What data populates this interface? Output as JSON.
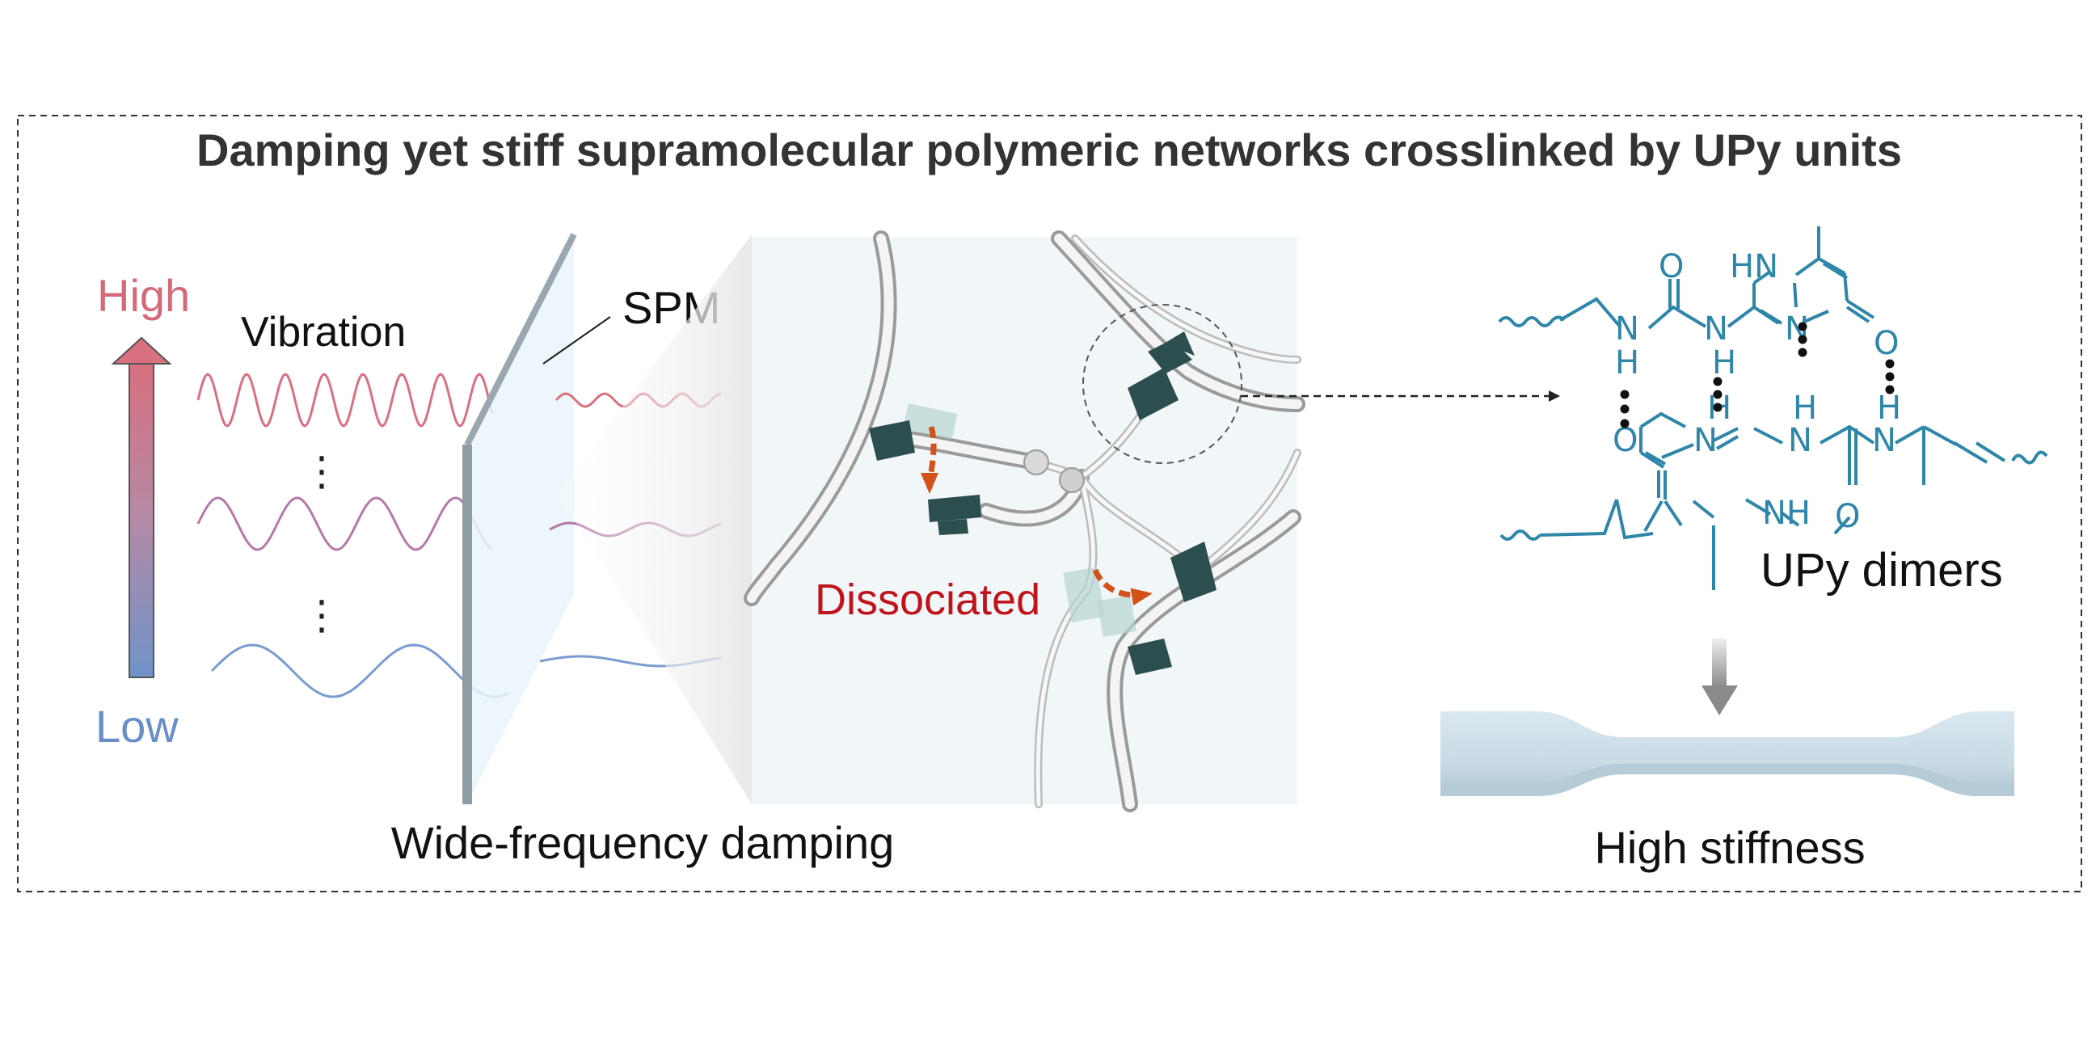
{
  "title": "Damping yet stiff supramolecular polymeric networks crosslinked by UPy units",
  "scale": {
    "high_label": "High",
    "low_label": "Low",
    "high_color": "#d46a79",
    "low_color": "#6a8ec7"
  },
  "vibration_label": "Vibration",
  "ellipsis": "⋮",
  "spm_label": "SPM",
  "dissociated_label": "Dissociated",
  "dissociated_color": "#c0141c",
  "caption_left": "Wide-frequency damping",
  "caption_right": "High stiffness",
  "upy_label": "UPy dimers",
  "chem": {
    "color": "#2f86a8",
    "top": {
      "o1": "O",
      "hn": "HN",
      "n_ring": "N",
      "o_ring": "O",
      "nh_left": "N",
      "h_left": "H",
      "h_mid": "H"
    },
    "bottom": {
      "o_left": "O",
      "n_ring": "N",
      "h_ring": "H",
      "nh_mid": "N",
      "h_mid": "H",
      "nh_right": "N",
      "h_right": "H",
      "nh_bottom": "NH",
      "o_bottom": "O"
    }
  },
  "colors": {
    "wave_high": "#d9707f",
    "wave_mid": "#b47aa8",
    "wave_low": "#7a9bd0",
    "network_strand": "#c8c8c8",
    "upy_block": "#2d4e4e",
    "arrow_orange": "#d2521a",
    "panel_bg": "#f1f6f9",
    "specimen": "#cfe0ea"
  }
}
